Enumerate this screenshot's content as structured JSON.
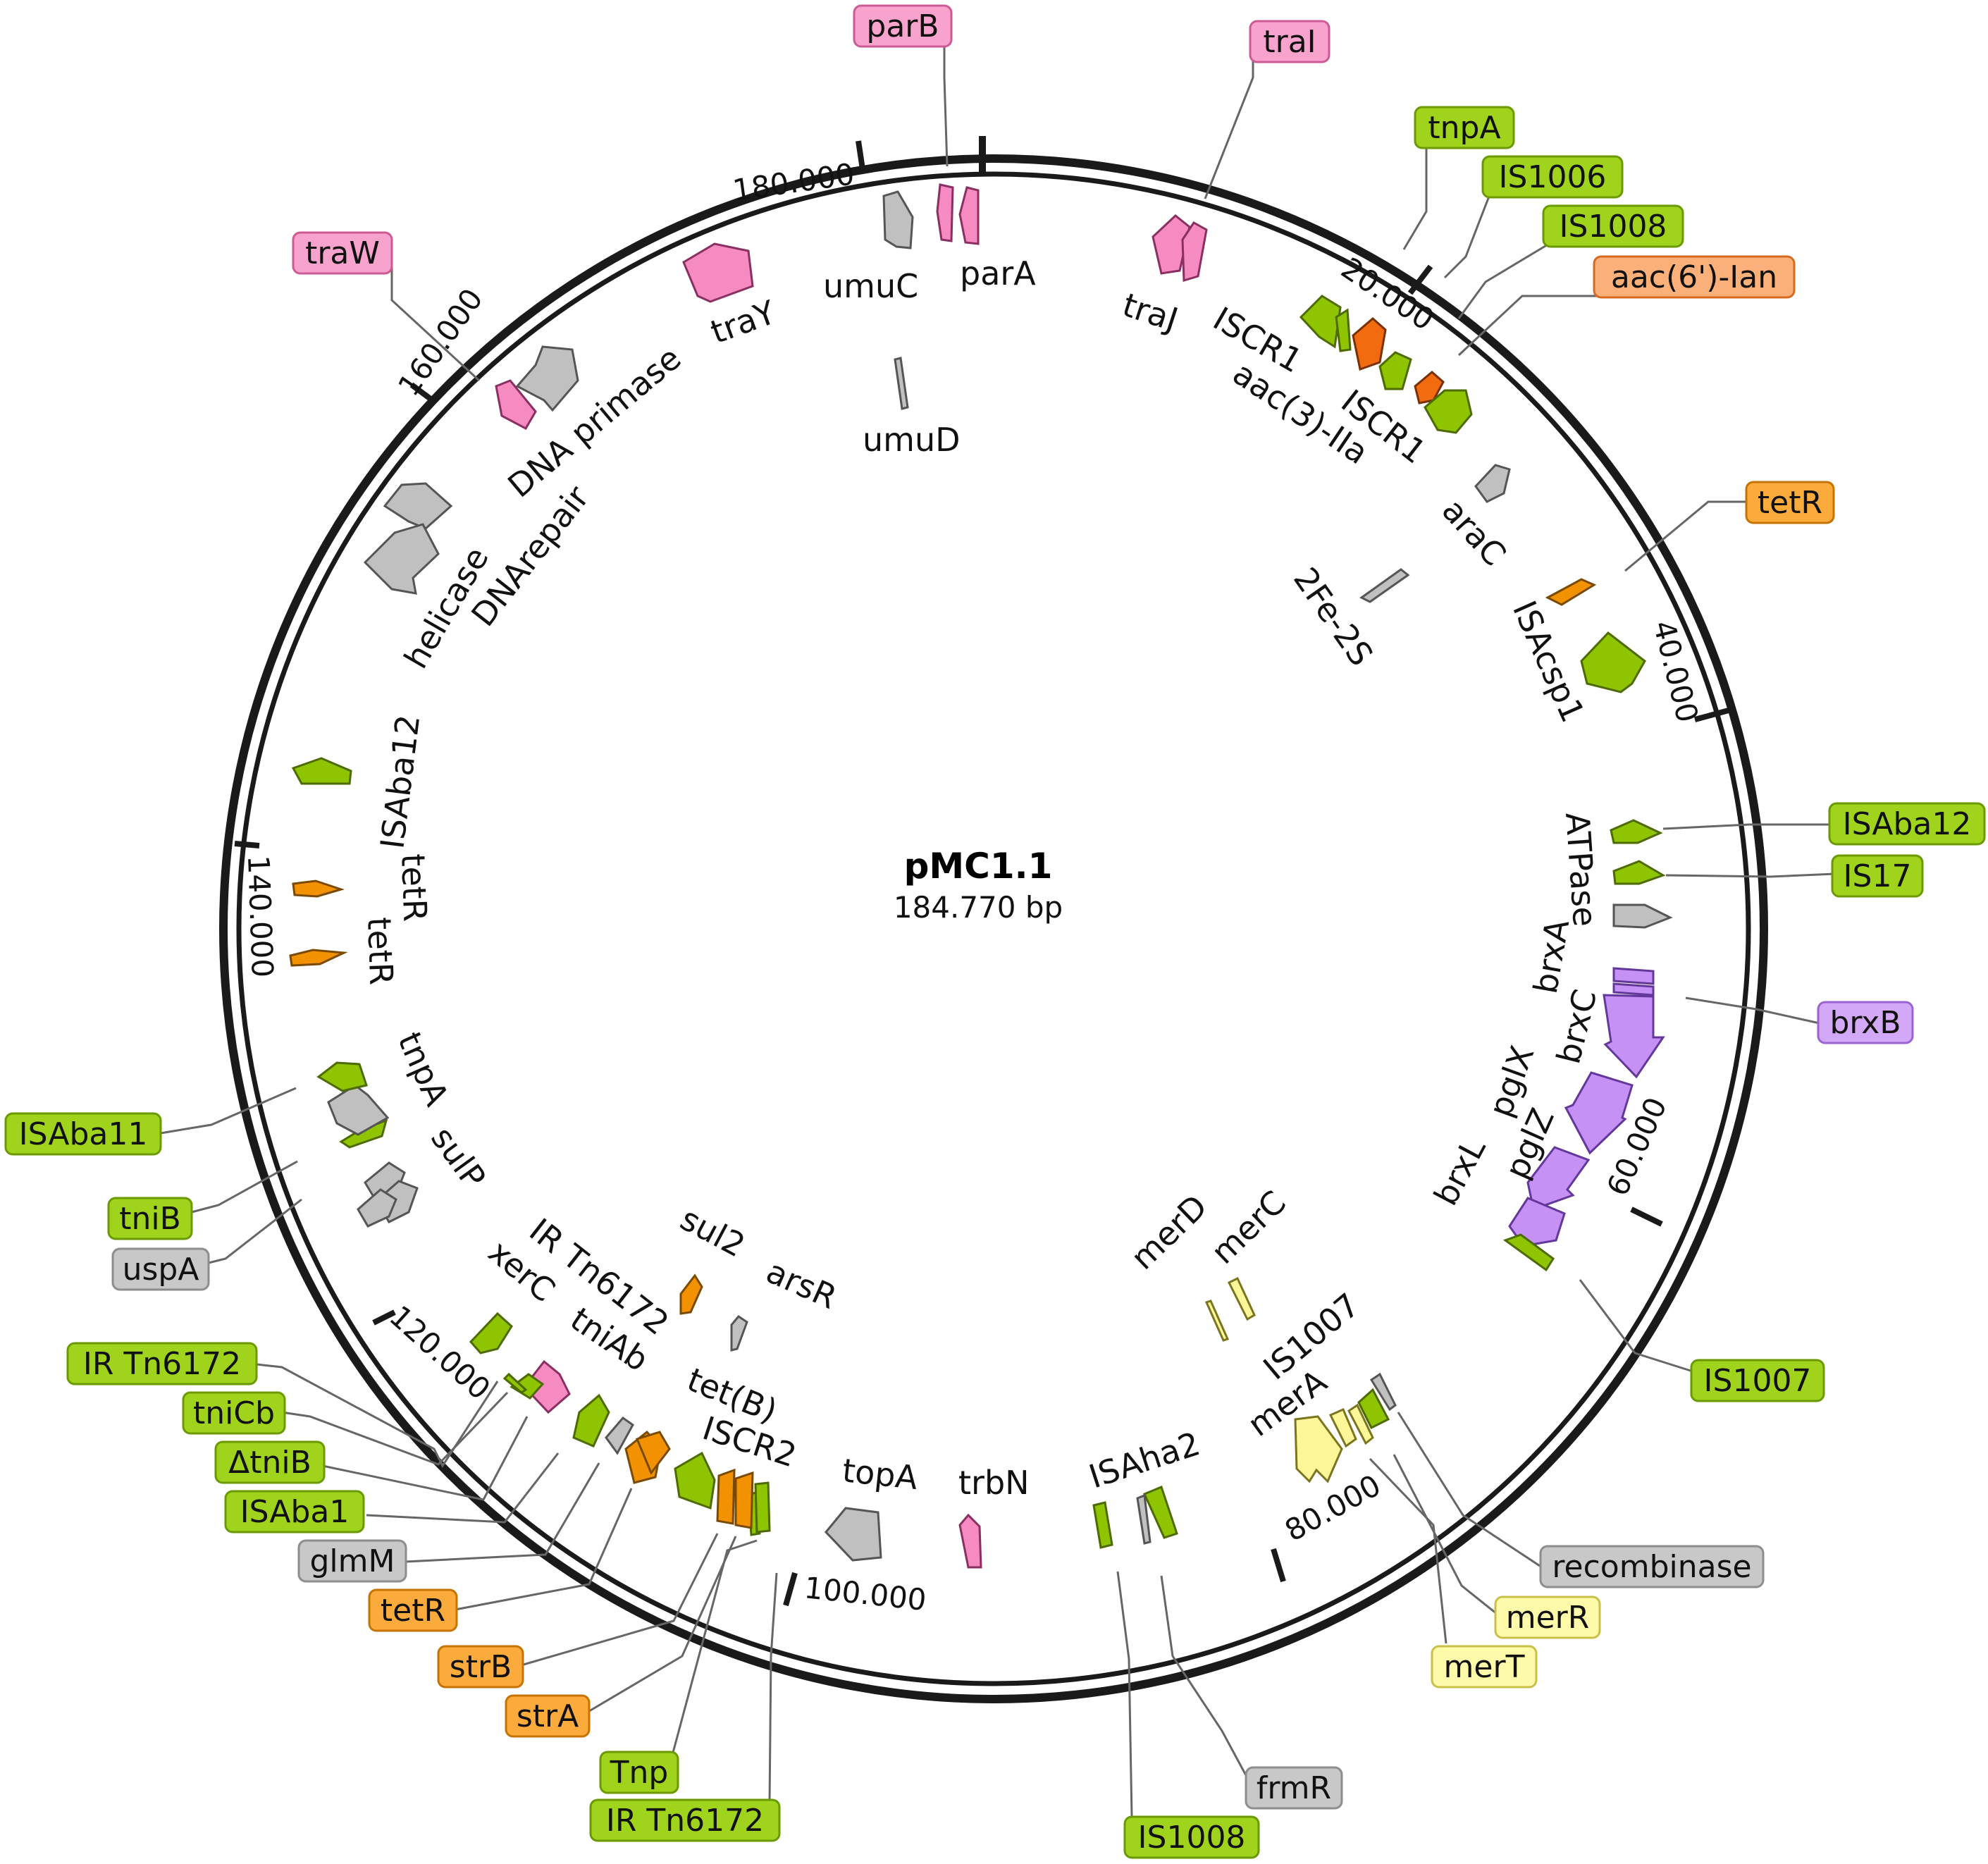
{
  "plasmid": {
    "name": "pMC1.1",
    "length_label": "184.770 bp",
    "length_bp": 184770
  },
  "colors": {
    "mobile_element": "#8fc400",
    "resistance": "#f39200",
    "aminoglycoside": "#f26b0f",
    "conjugation": "#f58bc1",
    "mercury": "#fdf79a",
    "defense": "#c591f5",
    "other": "#c0c0c0",
    "backbone": "#1a1a1a"
  },
  "ticks": [
    {
      "bp": 20000,
      "label": "20.000"
    },
    {
      "bp": 40000,
      "label": "40.000"
    },
    {
      "bp": 60000,
      "label": "60.000"
    },
    {
      "bp": 80000,
      "label": "80.000"
    },
    {
      "bp": 100000,
      "label": "100.000"
    },
    {
      "bp": 120000,
      "label": "120.000"
    },
    {
      "bp": 140000,
      "label": "140.000"
    },
    {
      "bp": 160000,
      "label": "160.000"
    },
    {
      "bp": 180000,
      "label": "180.000"
    }
  ],
  "features": [
    {
      "label": "parB",
      "category": "conjugation",
      "labelled_as": "box"
    },
    {
      "label": "parA",
      "category": "conjugation",
      "labelled_as": "inner"
    },
    {
      "label": "umuC",
      "category": "other",
      "labelled_as": "inner"
    },
    {
      "label": "umuD",
      "category": "other",
      "labelled_as": "inner"
    },
    {
      "label": "traY",
      "category": "conjugation",
      "labelled_as": "inner"
    },
    {
      "label": "traW",
      "category": "conjugation",
      "labelled_as": "box"
    },
    {
      "label": "DNA primase",
      "category": "other",
      "labelled_as": "inner"
    },
    {
      "label": "DNArepair",
      "category": "other",
      "labelled_as": "inner"
    },
    {
      "label": "helicase",
      "category": "other",
      "labelled_as": "inner"
    },
    {
      "label": "traI",
      "category": "conjugation",
      "labelled_as": "box"
    },
    {
      "label": "traJ",
      "category": "conjugation",
      "labelled_as": "inner"
    },
    {
      "label": "tnpA",
      "category": "mobile_element",
      "labelled_as": "box"
    },
    {
      "label": "IS1006",
      "category": "mobile_element",
      "labelled_as": "box"
    },
    {
      "label": "IS1008",
      "category": "mobile_element",
      "labelled_as": "box"
    },
    {
      "label": "aac(6')-Ian",
      "category": "aminoglycoside",
      "labelled_as": "box"
    },
    {
      "label": "ISCR1",
      "category": "mobile_element",
      "labelled_as": "inner"
    },
    {
      "label": "aac(3)-IIa",
      "category": "aminoglycoside",
      "labelled_as": "inner"
    },
    {
      "label": "araC",
      "category": "other",
      "labelled_as": "inner"
    },
    {
      "label": "2Fe-2S",
      "category": "other",
      "labelled_as": "inner"
    },
    {
      "label": "ISAcsp1",
      "category": "mobile_element",
      "labelled_as": "inner"
    },
    {
      "label": "ISAba12",
      "category": "mobile_element",
      "labelled_as": "box"
    },
    {
      "label": "IS17",
      "category": "mobile_element",
      "labelled_as": "box"
    },
    {
      "label": "ATPase",
      "category": "other",
      "labelled_as": "inner"
    },
    {
      "label": "brxA",
      "category": "defense",
      "labelled_as": "inner"
    },
    {
      "label": "brxB",
      "category": "defense",
      "labelled_as": "box"
    },
    {
      "label": "brxC",
      "category": "defense",
      "labelled_as": "inner"
    },
    {
      "label": "pglX",
      "category": "defense",
      "labelled_as": "inner"
    },
    {
      "label": "pglZ",
      "category": "defense",
      "labelled_as": "inner"
    },
    {
      "label": "brxL",
      "category": "defense",
      "labelled_as": "inner"
    },
    {
      "label": "IS1007",
      "category": "mobile_element",
      "labelled_as": "box"
    },
    {
      "label": "merD",
      "category": "mercury",
      "labelled_as": "inner"
    },
    {
      "label": "merC",
      "category": "mercury",
      "labelled_as": "inner"
    },
    {
      "label": "merA",
      "category": "mercury",
      "labelled_as": "inner"
    },
    {
      "label": "merR",
      "category": "mercury",
      "labelled_as": "box"
    },
    {
      "label": "merT",
      "category": "mercury",
      "labelled_as": "box"
    },
    {
      "label": "recombinase",
      "category": "other",
      "labelled_as": "box"
    },
    {
      "label": "frmR",
      "category": "other",
      "labelled_as": "box"
    },
    {
      "label": "ISAha2",
      "category": "mobile_element",
      "labelled_as": "inner"
    },
    {
      "label": "trbN",
      "category": "conjugation",
      "labelled_as": "inner"
    },
    {
      "label": "topA",
      "category": "other",
      "labelled_as": "inner"
    },
    {
      "label": "ISCR2",
      "category": "mobile_element",
      "labelled_as": "inner"
    },
    {
      "label": "tet(B)",
      "category": "resistance",
      "labelled_as": "inner"
    },
    {
      "label": "arsR",
      "category": "other",
      "labelled_as": "inner"
    },
    {
      "label": "sul2",
      "category": "resistance",
      "labelled_as": "inner"
    },
    {
      "label": "tniAb",
      "category": "mobile_element",
      "labelled_as": "inner"
    },
    {
      "label": "IR Tn6172",
      "category": "mobile_element",
      "labelled_as": "inner"
    },
    {
      "label": "xerC",
      "category": "mobile_element",
      "labelled_as": "inner"
    },
    {
      "label": "sulP",
      "category": "other",
      "labelled_as": "inner"
    },
    {
      "label": "tetR",
      "category": "resistance",
      "labelled_as": "inner"
    },
    {
      "label": "ISAba12",
      "category": "mobile_element",
      "labelled_as": "inner"
    }
  ],
  "box_labels": [
    {
      "id": "parB",
      "text": "parB",
      "category": "conjugation"
    },
    {
      "id": "traI",
      "text": "traI",
      "category": "conjugation"
    },
    {
      "id": "tnpA-top",
      "text": "tnpA",
      "category": "mobile_element"
    },
    {
      "id": "IS1006",
      "text": "IS1006",
      "category": "mobile_element"
    },
    {
      "id": "IS1008-top",
      "text": "IS1008",
      "category": "mobile_element"
    },
    {
      "id": "aac6",
      "text": "aac(6')-Ian",
      "category": "aminoglycoside"
    },
    {
      "id": "traW",
      "text": "traW",
      "category": "conjugation"
    },
    {
      "id": "tetR-right",
      "text": "tetR",
      "category": "resistance"
    },
    {
      "id": "ISAba12-right",
      "text": "ISAba12",
      "category": "mobile_element"
    },
    {
      "id": "IS17",
      "text": "IS17",
      "category": "mobile_element"
    },
    {
      "id": "brxB",
      "text": "brxB",
      "category": "defense"
    },
    {
      "id": "IS1007",
      "text": "IS1007",
      "category": "mobile_element"
    },
    {
      "id": "ISAba11",
      "text": "ISAba11",
      "category": "mobile_element"
    },
    {
      "id": "tniB",
      "text": "tniB",
      "category": "mobile_element"
    },
    {
      "id": "uspA",
      "text": "uspA",
      "category": "other"
    },
    {
      "id": "recombinase",
      "text": "recombinase",
      "category": "other"
    },
    {
      "id": "merR",
      "text": "merR",
      "category": "mercury"
    },
    {
      "id": "merT",
      "text": "merT",
      "category": "mercury"
    },
    {
      "id": "IR-Tn6172-left",
      "text": "IR Tn6172",
      "category": "mobile_element"
    },
    {
      "id": "tniCb",
      "text": "tniCb",
      "category": "mobile_element"
    },
    {
      "id": "dtniB",
      "text": "ΔtniB",
      "category": "mobile_element"
    },
    {
      "id": "ISAba1",
      "text": "ISAba1",
      "category": "mobile_element"
    },
    {
      "id": "glmM",
      "text": "glmM",
      "category": "other"
    },
    {
      "id": "tetR-bottom",
      "text": "tetR",
      "category": "resistance"
    },
    {
      "id": "strB",
      "text": "strB",
      "category": "resistance"
    },
    {
      "id": "strA",
      "text": "strA",
      "category": "resistance"
    },
    {
      "id": "Tnp",
      "text": "Tnp",
      "category": "mobile_element"
    },
    {
      "id": "IR-Tn6172-bottom",
      "text": "IR Tn6172",
      "category": "mobile_element"
    },
    {
      "id": "frmR",
      "text": "frmR",
      "category": "other"
    },
    {
      "id": "IS1008-bottom",
      "text": "IS1008",
      "category": "mobile_element"
    }
  ],
  "inner_labels": [
    {
      "id": "umuC",
      "text": "umuC"
    },
    {
      "id": "parA",
      "text": "parA"
    },
    {
      "id": "umuD",
      "text": "umuD"
    },
    {
      "id": "traY",
      "text": "traY"
    },
    {
      "id": "DNA-primase",
      "text": "DNA primase"
    },
    {
      "id": "DNArepair",
      "text": "DNArepair"
    },
    {
      "id": "helicase",
      "text": "helicase"
    },
    {
      "id": "traJ",
      "text": "traJ"
    },
    {
      "id": "ISCR1-a",
      "text": "ISCR1"
    },
    {
      "id": "aac3",
      "text": "aac(3)-IIa"
    },
    {
      "id": "ISCR1-b",
      "text": "ISCR1"
    },
    {
      "id": "araC",
      "text": "araC"
    },
    {
      "id": "2Fe-2S",
      "text": "2Fe-2S"
    },
    {
      "id": "ISAcsp1",
      "text": "ISAcsp1"
    },
    {
      "id": "ATPase",
      "text": "ATPase"
    },
    {
      "id": "brxA",
      "text": "brxA"
    },
    {
      "id": "brxC",
      "text": "brxC"
    },
    {
      "id": "pglX",
      "text": "pglX"
    },
    {
      "id": "pglZ",
      "text": "pglZ"
    },
    {
      "id": "brxL",
      "text": "brxL"
    },
    {
      "id": "merD",
      "text": "merD"
    },
    {
      "id": "merC",
      "text": "merC"
    },
    {
      "id": "IS1007-in",
      "text": "IS1007"
    },
    {
      "id": "merA",
      "text": "merA"
    },
    {
      "id": "ISAha2",
      "text": "ISAha2"
    },
    {
      "id": "trbN",
      "text": "trbN"
    },
    {
      "id": "topA",
      "text": "topA"
    },
    {
      "id": "ISCR2",
      "text": "ISCR2"
    },
    {
      "id": "tetB",
      "text": "tet(B)"
    },
    {
      "id": "arsR",
      "text": "arsR"
    },
    {
      "id": "sul2",
      "text": "sul2"
    },
    {
      "id": "tniAb",
      "text": "tniAb"
    },
    {
      "id": "IR-Tn6172-in",
      "text": "IR Tn6172"
    },
    {
      "id": "xerC",
      "text": "xerC"
    },
    {
      "id": "sulP",
      "text": "sulP"
    },
    {
      "id": "tnpA-in",
      "text": "tnpA"
    },
    {
      "id": "tetR-in-a",
      "text": "tetR"
    },
    {
      "id": "tetR-in-b",
      "text": "tetR"
    },
    {
      "id": "ISAba12-in",
      "text": "ISAba12"
    }
  ]
}
